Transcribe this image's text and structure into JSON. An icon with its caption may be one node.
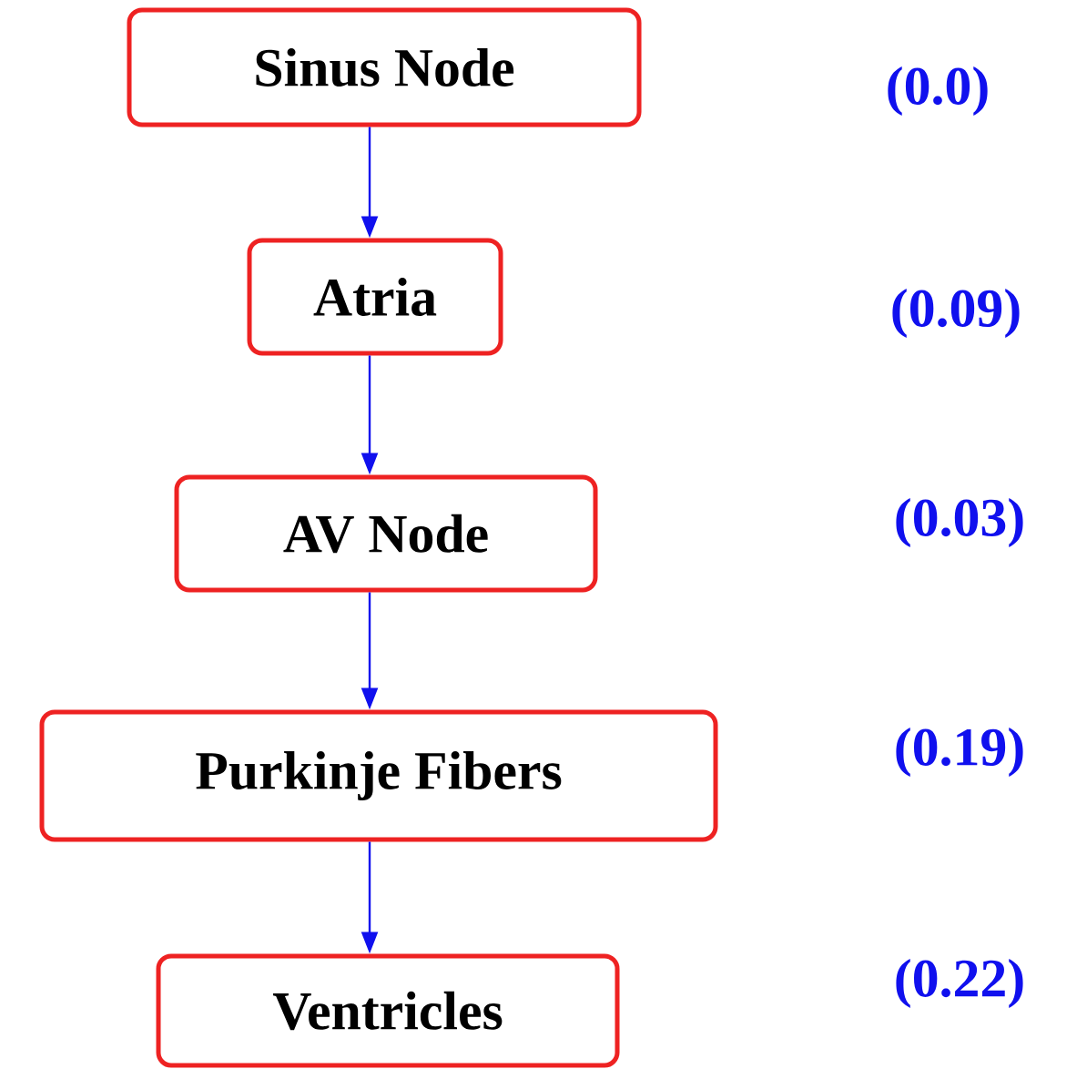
{
  "diagram": {
    "nodes": [
      {
        "text": [
          "Sinus Node"
        ]
      },
      {
        "text": [
          "Atria"
        ]
      },
      {
        "text": [
          "AV Node"
        ]
      },
      {
        "text": [
          "Purkinje Fibers"
        ]
      },
      {
        "text": [
          "Ventricles"
        ]
      }
    ],
    "edges": [
      {
        "from": 0,
        "to": 1,
        "arrow": "to"
      },
      {
        "from": 1,
        "to": 2,
        "arrow": "to"
      },
      {
        "from": 2,
        "to": 3,
        "arrow": "to"
      },
      {
        "from": 3,
        "to": 4,
        "arrow": "to"
      }
    ],
    "labels": [
      "(0.0)",
      "(0.09)",
      "(0.03)",
      "(0.19)",
      "(0.22)"
    ]
  }
}
